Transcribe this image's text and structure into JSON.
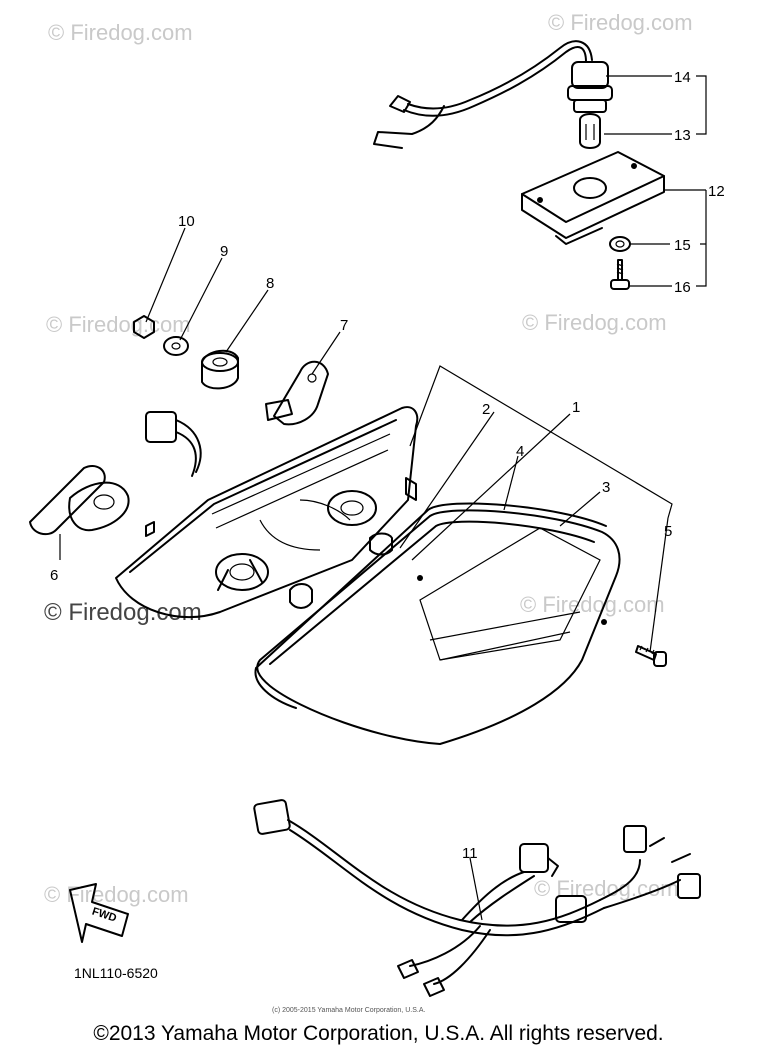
{
  "watermark": "© Firedog.com",
  "callouts": [
    "1",
    "2",
    "3",
    "4",
    "5",
    "6",
    "7",
    "8",
    "9",
    "10",
    "11",
    "12",
    "13",
    "14",
    "15",
    "16"
  ],
  "diagram_code": "1NL110-6520",
  "fwd_label": "FWD",
  "small_copyright": "(c) 2005-2015 Yamaha Motor Corporation, U.S.A.",
  "copyright": "©2013 Yamaha Motor Corporation, U.S.A. All rights reserved."
}
